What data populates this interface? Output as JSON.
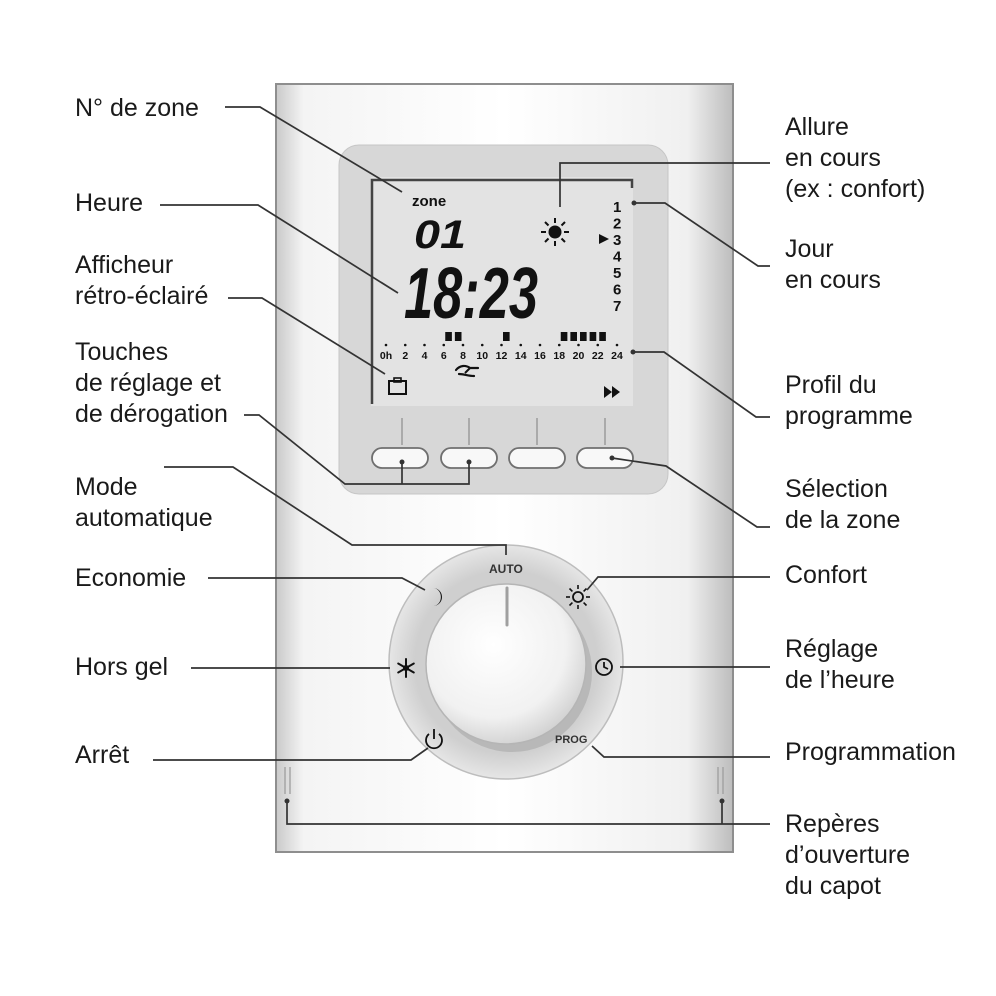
{
  "labels": {
    "zone_number": "N° de zone",
    "time": "Heure",
    "backlit_display": "Afficheur\nrétro-éclairé",
    "adjust_keys": "Touches\nde réglage et\nde dérogation",
    "auto_mode": "Mode\nautomatique",
    "economy": "Economie",
    "frost_free": "Hors gel",
    "off": "Arrêt",
    "current_pace": "Allure\nen cours\n(ex : confort)",
    "current_day": "Jour\nen cours",
    "program_profile": "Profil du\nprogramme",
    "zone_select": "Sélection\nde la zone",
    "comfort": "Confort",
    "time_setting": "Réglage\nde l’heure",
    "programming": "Programmation",
    "cover_marks": "Repères\nd’ouverture\ndu capot"
  },
  "display": {
    "zone_label": "zone",
    "zone_value": "01",
    "time_value": "18:23",
    "days": [
      "1",
      "2",
      "3",
      "4",
      "5",
      "6",
      "7"
    ],
    "current_day_index": 2,
    "hours": [
      "0h",
      "2",
      "4",
      "6",
      "8",
      "10",
      "12",
      "14",
      "16",
      "18",
      "20",
      "22",
      "24"
    ],
    "program_blocks": [
      [
        6,
        8
      ],
      [
        12,
        13
      ],
      [
        18,
        23
      ]
    ]
  },
  "dial": {
    "auto": "AUTO",
    "prog": "PROG"
  },
  "icons": {
    "sun": "sun-icon",
    "moon": "moon-icon",
    "snowflake": "snowflake-icon",
    "power": "power-icon",
    "clock": "clock-icon",
    "suitcase": "suitcase-icon",
    "hand": "hand-icon",
    "fast_forward": "fast-forward-icon"
  }
}
